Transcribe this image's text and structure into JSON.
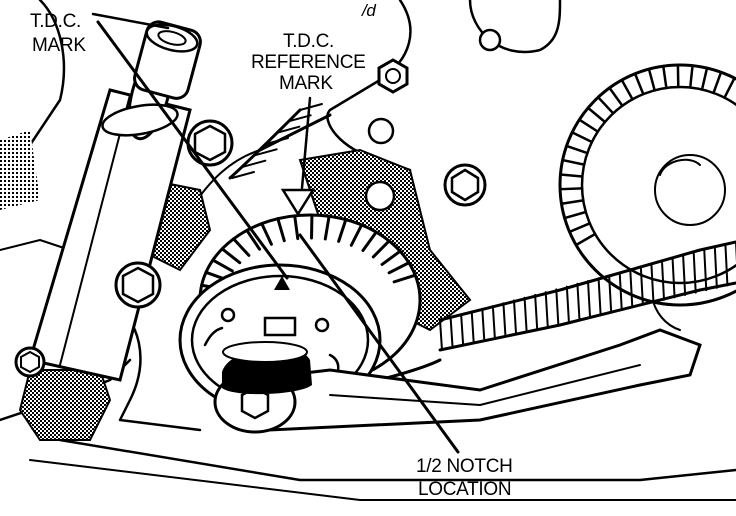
{
  "labels": {
    "tdc_mark_line1": "T.D.C.",
    "tdc_mark_line2": "MARK",
    "tdc_ref_line1": "T.D.C.",
    "tdc_ref_line2": "REFERENCE",
    "tdc_ref_line3": "MARK",
    "notch_line1": "1/2 NOTCH",
    "notch_line2": "LOCATION",
    "corner_mark": "/d"
  },
  "colors": {
    "ink": "#000000",
    "paper": "#ffffff"
  }
}
